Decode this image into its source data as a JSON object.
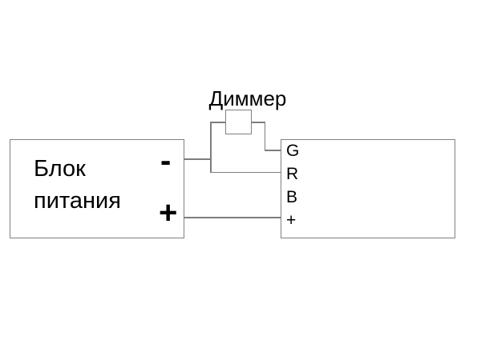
{
  "diagram": {
    "power_supply": {
      "label": "Блок питания",
      "terminal_minus": "-",
      "terminal_plus": "+"
    },
    "dimmer": {
      "label": "Диммер"
    },
    "rgb_device": {
      "terminals": [
        {
          "label": "G"
        },
        {
          "label": "R"
        },
        {
          "label": "B"
        },
        {
          "label": "+"
        }
      ]
    },
    "colors": {
      "background": "#ffffff",
      "line": "#7d7d7d",
      "border": "#808080",
      "text": "#000000"
    }
  }
}
